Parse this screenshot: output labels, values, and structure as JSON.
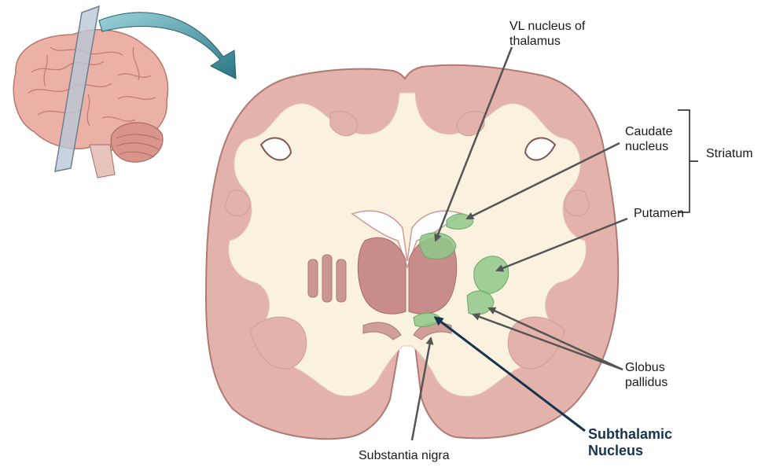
{
  "labels": {
    "vl_line1": "VL nucleus of",
    "vl_line2": "thalamus",
    "caudate_line1": "Caudate",
    "caudate_line2": "nucleus",
    "striatum": "Striatum",
    "putamen": "Putamen",
    "globus_line1": "Globus",
    "globus_line2": "pallidus",
    "subthalamic_line1": "Subthalamic",
    "subthalamic_line2": "Nucleus",
    "substantia": "Substantia nigra"
  },
  "colors": {
    "tissue_outer": "#e3b2ab",
    "tissue_stroke": "#b07a74",
    "white_matter": "#fbf1df",
    "deep_gray": "#c88d8a",
    "highlight_green": "#8fc88a",
    "pointer_gray": "#555555",
    "pointer_highlight": "#16344f",
    "arrow_teal": "#2f7f8c"
  }
}
